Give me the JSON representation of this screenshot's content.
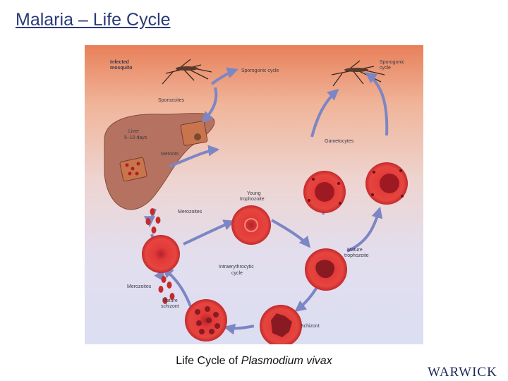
{
  "slide": {
    "title": "Malaria – Life Cycle"
  },
  "figure": {
    "labels": {
      "infected_mosquito_1": "Infected",
      "infected_mosquito_2": "mosquito",
      "sporogonic_cycle_center": "Sporogonic cycle",
      "sporogonic_cycle_right_1": "Sporogonic",
      "sporogonic_cycle_right_2": "cycle",
      "sporozoites": "Sporozoites",
      "liver_1": "Liver",
      "liver_2": "5–10 days",
      "meronts": "Meronts",
      "gametocytes": "Gametocytes",
      "young_trophozoite_1": "Young",
      "young_trophozoite_2": "trophozoite",
      "merozoites_top": "Merozoites",
      "intraerythrocytic_1": "Intraerythrocytic",
      "intraerythrocytic_2": "cycle",
      "mature_trophozoite_1": "Mature",
      "mature_trophozoite_2": "trophozoite",
      "merozoites_bottom": "Merozoites",
      "mature_schizont_1": "Mature",
      "mature_schizont_2": "schizont",
      "schizont": "Schizont"
    }
  },
  "caption": {
    "prefix": "Life Cycle of ",
    "species": "Plasmodium vivax"
  },
  "logo": {
    "text": "WARWICK"
  }
}
